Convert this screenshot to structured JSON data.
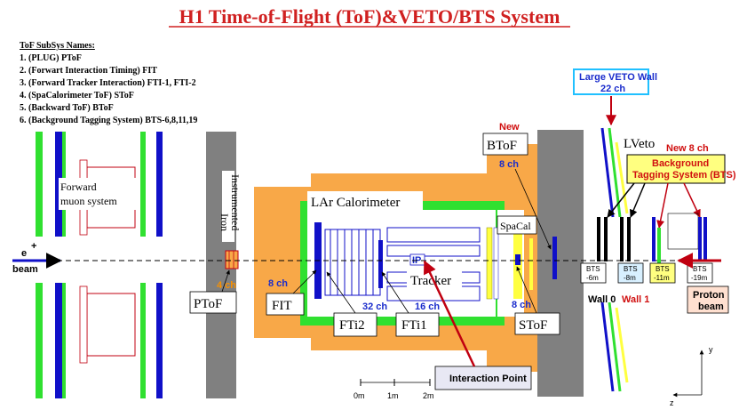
{
  "title": "H1 Time-of-Flight (ToF)&VETO/BTS System",
  "subsys_header": "ToF SubSys Names:",
  "subsys": [
    "1. (PLUG) PToF",
    "2. (Forwart Interaction Timing) FIT",
    "3. (Forward Tracker Interaction) FTI-1, FTI-2",
    "4. (SpaCalorimeter ToF) SToF",
    "5. (Backward ToF) BToF",
    "6. (Background Tagging System) BTS-6,8,11,19"
  ],
  "labels": {
    "forward_muon": [
      "Forward",
      "muon system"
    ],
    "instrumented_iron": [
      "Instrumented",
      "Iron"
    ],
    "lar_calorimeter": "LAr Calorimeter",
    "ptof": "PToF",
    "fit": "FIT",
    "fti2": "FTi2",
    "fti1": "FTi1",
    "tracker": "Tracker",
    "ip": "IP",
    "spacal": "SpaCal",
    "stof": "SToF",
    "btof": "BToF",
    "lveto": "LVeto",
    "beam_e": "e",
    "beam_e_sup": "+",
    "beam_word": "beam",
    "proton_beam": [
      "Proton",
      "beam"
    ],
    "wall0": "Wall 0",
    "wall1": "Wall 1",
    "interaction_point": "Interaction Point",
    "axis_y": "y",
    "axis_z": "z"
  },
  "channels": {
    "ptof": "4 ch",
    "fit": "8 ch",
    "fti2": "32 ch",
    "fti1": "16 ch",
    "stof": "8 ch",
    "btof": "8 ch"
  },
  "new_label": "New",
  "new_8ch": "New 8 ch",
  "large_veto": [
    "Large VETO Wall",
    "22 ch"
  ],
  "bts_box": [
    "Background",
    "Tagging System (BTS)"
  ],
  "bts": [
    [
      "BTS",
      "-6m"
    ],
    [
      "BTS",
      "-8m"
    ],
    [
      "BTS",
      "-11m"
    ],
    [
      "BTS",
      "-19m"
    ]
  ],
  "scale_ticks": [
    "0m",
    "1m",
    "2m"
  ],
  "colors": {
    "title": "#d02020",
    "calorimeter_orange": "#f8a848",
    "green": "#30e030",
    "blue": "#1010c8",
    "gray": "#808080",
    "yellow": "#ffff40",
    "red": "#c00010"
  }
}
